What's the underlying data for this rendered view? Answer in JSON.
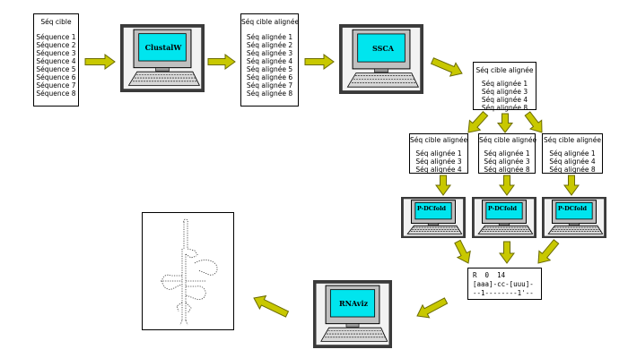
{
  "input_box": {
    "title": "Séq cible",
    "items": [
      "Séquence 1",
      "Séquence 2",
      "Séquence 3",
      "Séquence 4",
      "Séquence 5",
      "Séquence 6",
      "Séquence 7",
      "Séquence 8"
    ]
  },
  "tools": {
    "clustalw": "ClustalW",
    "ssca": "SSCA",
    "pdcfold_1": "P-DCfold",
    "pdcfold_2": "P-DCfold",
    "pdcfold_3": "P-DCfold",
    "rnaviz": "RNAviz"
  },
  "aligned_box": {
    "title": "Séq cible alignée",
    "items": [
      "Séq alignée 1",
      "Séq alignée 2",
      "Séq alignée 3",
      "Séq alignée 4",
      "Séq alignée 5",
      "Séq alignée 6",
      "Séq alignée 7",
      "Séq alignée 8"
    ]
  },
  "selected_box": {
    "title": "Séq cible alignée",
    "items": [
      "Séq alignée 1",
      "Séq alignée 3",
      "Séq alignée 4",
      "Séq alignée 8"
    ]
  },
  "subset_boxes": [
    {
      "title": "Séq cible alignée",
      "items": [
        "Séq alignée 1",
        "Séq alignée 3",
        "Séq alignée 4"
      ]
    },
    {
      "title": "Séq cible alignée",
      "items": [
        "Séq alignée 1",
        "Séq alignée 3",
        "Séq alignée 8"
      ]
    },
    {
      "title": "Séq cible alignée",
      "items": [
        "Séq alignée 1",
        "Séq alignée 4",
        "Séq alignée 8"
      ]
    }
  ],
  "result": {
    "line1": "R  0  14",
    "line2": "[aaa]-cc-[uuu]-",
    "line3": "--1--------1'--"
  },
  "colors": {
    "arrow_fill": "#c8c800",
    "arrow_stroke": "#6b6b00",
    "screen": "#00e5ee",
    "monitor": "#c0c0c0"
  }
}
